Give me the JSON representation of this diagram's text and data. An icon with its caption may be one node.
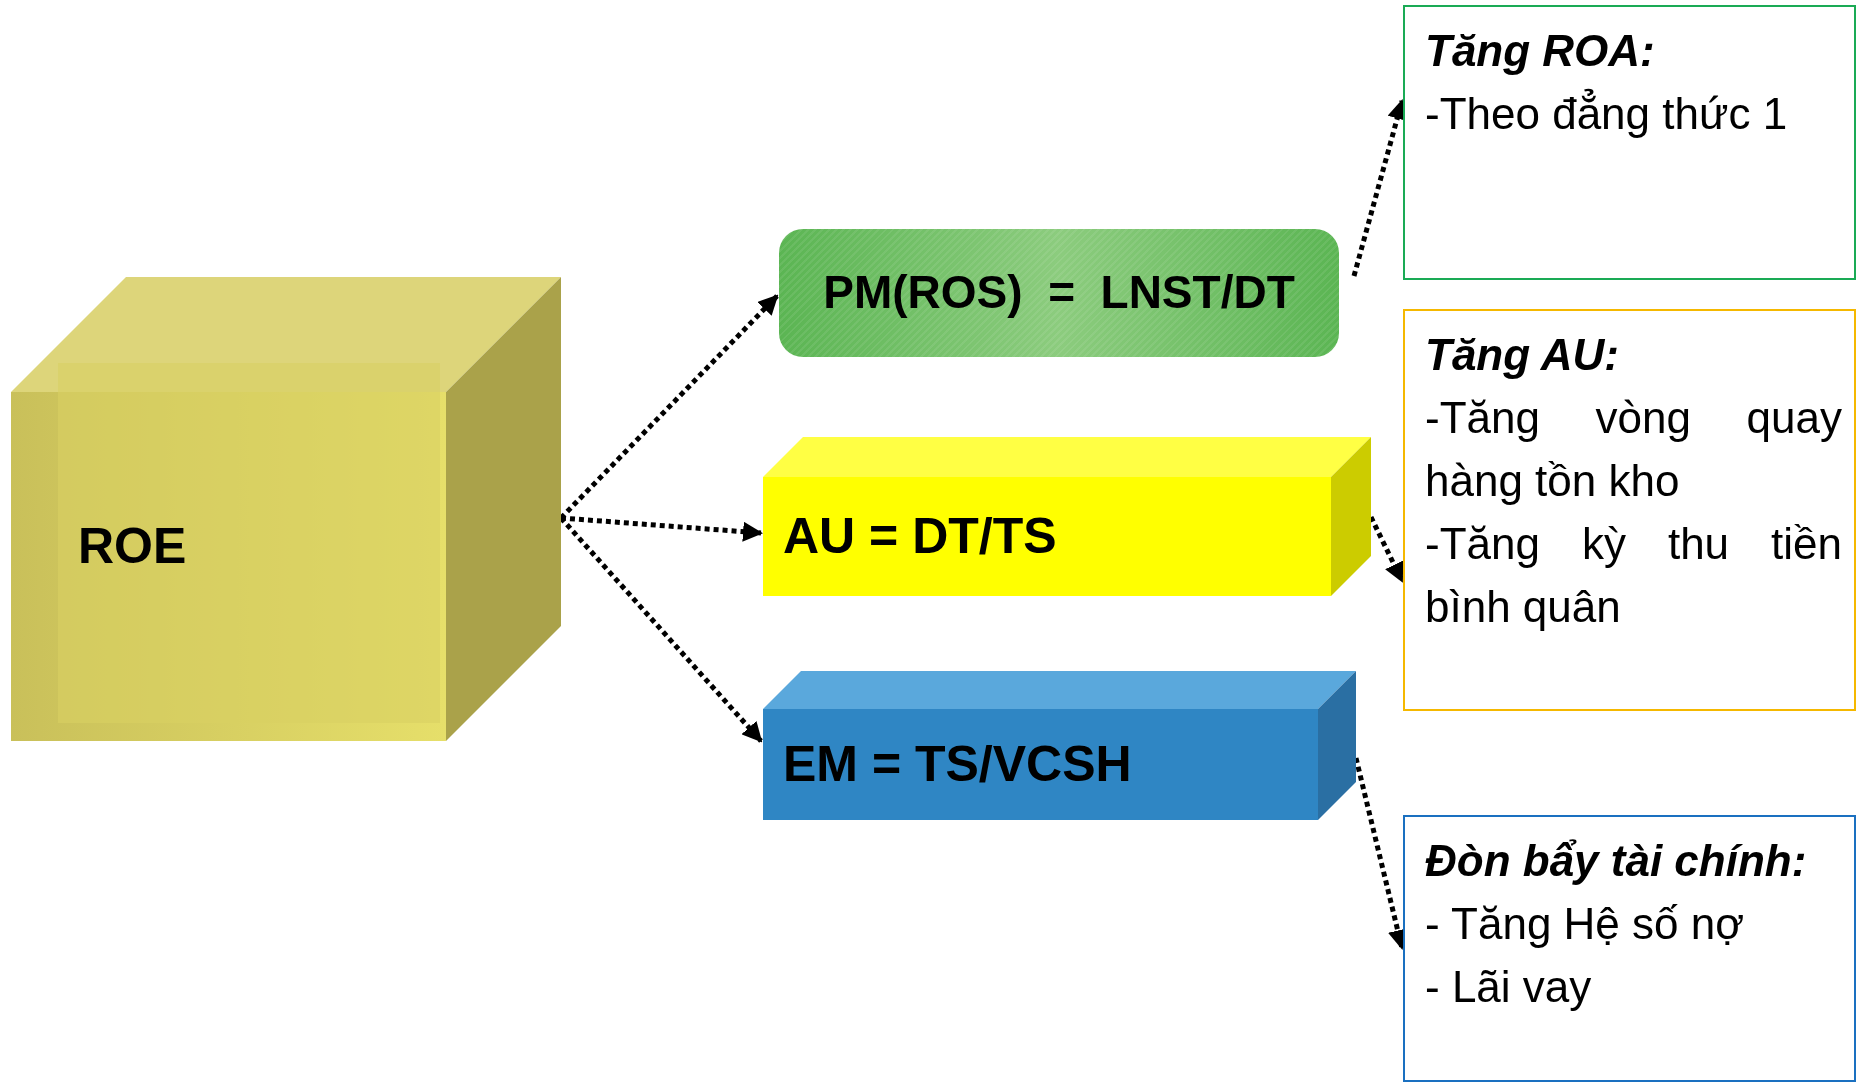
{
  "diagram": {
    "nodes": [
      {
        "text": [
          "ROE"
        ]
      },
      {
        "text": [
          "PM(ROS)  =  LNST/DT"
        ]
      },
      {
        "text": [
          "AU = DT/TS"
        ]
      },
      {
        "text": [
          "EM = TS/VCSH"
        ]
      },
      {
        "text": [
          "Tăng ROA:",
          "-Theo đẳng thức 1"
        ]
      },
      {
        "text": [
          "Tăng AU:",
          "-Tăng vòng quay hàng tồn kho",
          "-Tăng kỳ thu tiền bình quân"
        ]
      },
      {
        "text": [
          "Đòn bẩy tài chính:",
          "- Tăng Hệ số nợ",
          "- Lãi vay"
        ]
      }
    ],
    "edges": [
      {
        "from": 0,
        "to": 1,
        "arrow": "to",
        "style": "dashed"
      },
      {
        "from": 0,
        "to": 2,
        "arrow": "to",
        "style": "dashed"
      },
      {
        "from": 0,
        "to": 3,
        "arrow": "to",
        "style": "dashed"
      },
      {
        "from": 1,
        "to": 4,
        "arrow": "to",
        "style": "dashed"
      },
      {
        "from": 2,
        "to": 5,
        "arrow": "to",
        "style": "dashed"
      },
      {
        "from": 3,
        "to": 6,
        "arrow": "to",
        "style": "dashed"
      }
    ]
  }
}
